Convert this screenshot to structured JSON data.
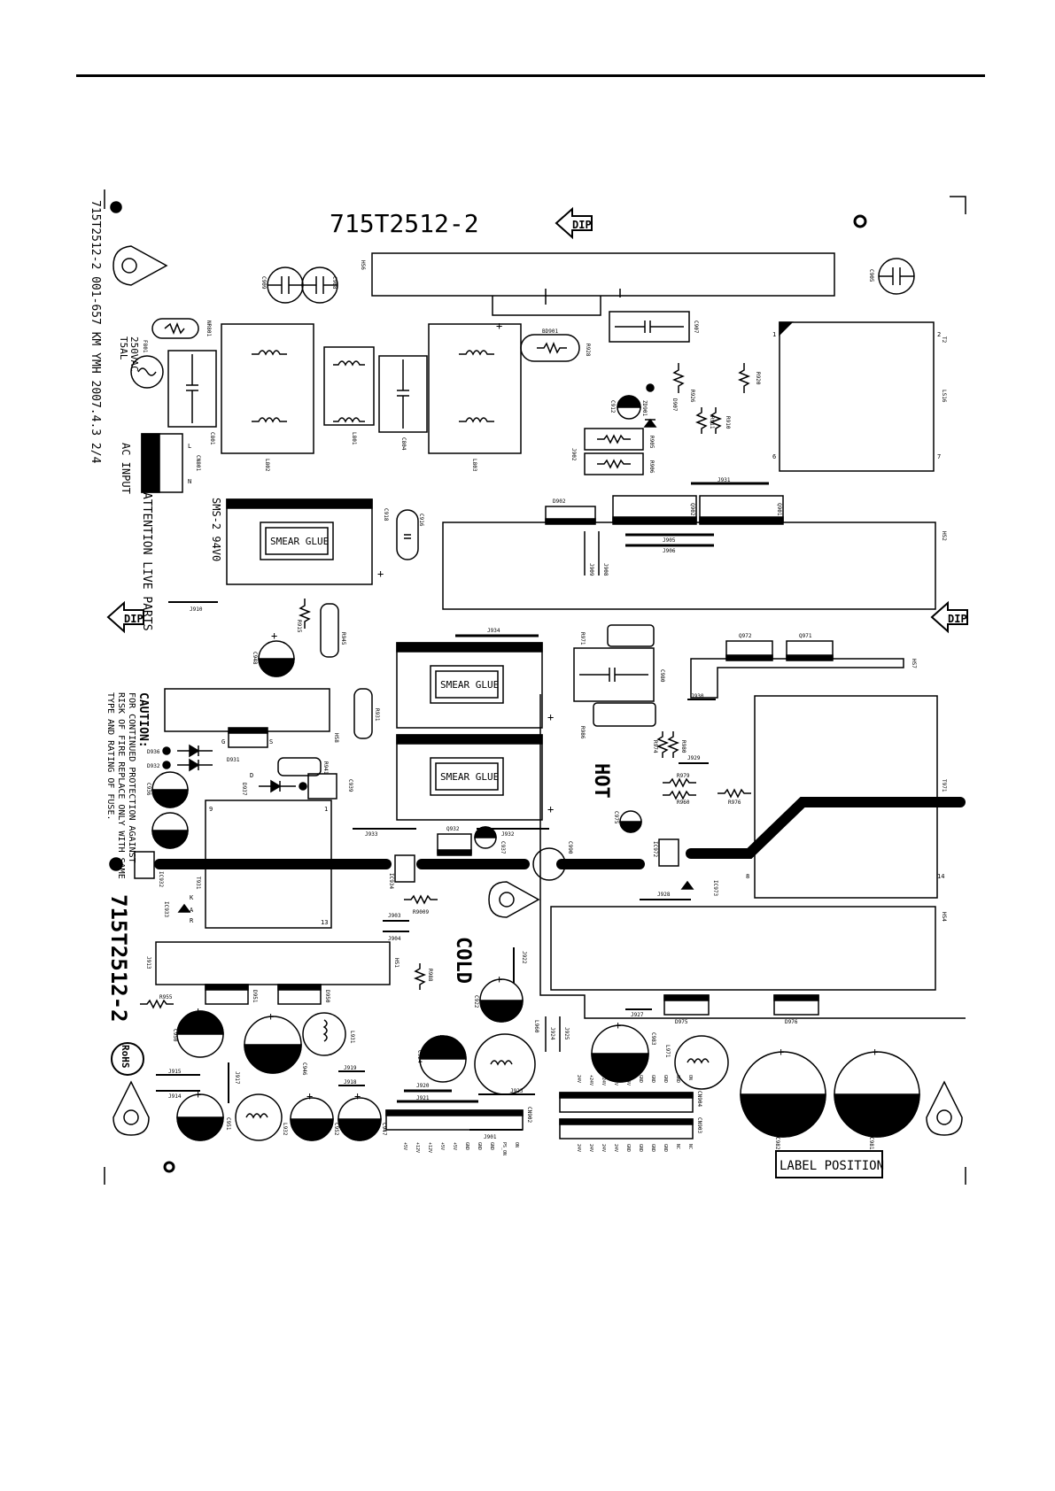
{
  "board": {
    "part_number": "715T2512-2",
    "part_number_vertical": "715T2512-2",
    "revision_text": "715T2512-2 001-657 KM YMH 2007.4.3 2/4",
    "ul_mark": "SMS-2 94V0",
    "attention": "ATTENTION LIVE PARTS",
    "ac_input": "AC INPUT",
    "fuse_rating": [
      "T5AL",
      "250VAC"
    ],
    "caution": [
      "CAUTION:",
      "FOR CONTINUED PROTECTION AGAINST",
      "RISK OF FIRE REPLACE ONLY WITH SAME",
      "TYPE AND RATING OF FUSE."
    ],
    "dip": "DIP",
    "smear_glue": "SMEAR GLUE",
    "hot": "HOT",
    "cold": "COLD",
    "label_position": "LABEL POSITION",
    "rohs": "RoHS"
  },
  "refs": {
    "cn801": "CN801",
    "f801": "F801",
    "nr801": "NR801",
    "c801": "C801",
    "l802": "L802",
    "l801": "L801",
    "c804": "C804",
    "l803": "L803",
    "bd901": "BD901",
    "c907": "C907",
    "r926": "R926",
    "r928": "R928",
    "c909": "C909",
    "c908": "C908",
    "hs6": "HS6",
    "c905": "C905",
    "t2": "T2",
    "ls16": "LS16",
    "j910": "J910",
    "c918": "C918",
    "c916": "C916",
    "d902": "D902",
    "q902": "Q902",
    "q901": "Q901",
    "j931": "J931",
    "j905": "J905",
    "j906": "J906",
    "hs2": "HS2",
    "j909": "J909",
    "j908": "J908",
    "r915": "R915",
    "r945": "R945",
    "c948": "C948",
    "r931": "R931",
    "j934": "J934",
    "r971": "R971",
    "c980": "C980",
    "r986": "R986",
    "q972": "Q972",
    "q971": "Q971",
    "hs7": "HS7",
    "j930": "J930",
    "t971": "T971",
    "hs8": "HS8",
    "d936": "D936",
    "d932": "D932",
    "d931": "D931",
    "d937": "D937",
    "r941": "R941",
    "c939": "C939",
    "c936": "C936",
    "j932": "J932",
    "j933": "J933",
    "q932": "Q932",
    "c937": "C937",
    "c990": "C990",
    "ic934": "IC934",
    "ic972": "IC972",
    "ic973": "IC973",
    "ic932": "IC932",
    "ic933": "IC933",
    "t931": "T931",
    "r9009": "R9009",
    "j903": "J903",
    "j904": "J904",
    "r974": "R974",
    "r980": "R980",
    "r979": "R979",
    "r960": "R960",
    "r976": "R976",
    "j929": "J929",
    "j928": "J928",
    "hs1": "HS1",
    "hs4": "HS4",
    "j913": "J913",
    "r955": "R955",
    "d951": "D951",
    "d950": "D950",
    "r988": "R988",
    "j922": "J922",
    "c922": "C922",
    "c950": "C950",
    "c946": "C946",
    "l931": "L931",
    "j919": "J919",
    "j918": "J918",
    "j915": "J915",
    "j914": "J914",
    "j917": "J917",
    "c951": "C951",
    "l932": "L932",
    "c952": "C952",
    "c947": "C947",
    "j920": "J920",
    "j921": "J921",
    "c924": "C924",
    "l960": "L960",
    "j923": "J923",
    "j924": "J924",
    "j925": "J925",
    "j927": "J927",
    "c983": "C983",
    "l971": "L971",
    "d975": "D975",
    "d976": "D976",
    "cn902": "CN902",
    "cn904": "CN904",
    "cn903": "CN903",
    "j901": "J901",
    "c982": "C982",
    "c981": "C981",
    "r910": "R910",
    "r920": "R920",
    "d907": "D907",
    "c912": "C912",
    "zd901": "ZD901",
    "j902": "J902",
    "r911": "R911",
    "r905": "R905",
    "r906": "R906",
    "c975": "C975"
  },
  "pins": [
    "1",
    "2",
    "6",
    "7",
    "9",
    "13",
    "8",
    "14",
    "G",
    "S",
    "D",
    "K",
    "A",
    "R",
    "L",
    "N"
  ],
  "connectors": {
    "cn902_pins": [
      "ON",
      "PS_ON",
      "GND",
      "GND",
      "GND",
      "+5V",
      "+5V",
      "+12V",
      "+12V",
      "+5V"
    ],
    "cn904_pins": [
      "ON",
      "GND",
      "GND",
      "GND",
      "GND",
      "+24V",
      "+24V",
      "+24V",
      "+24V",
      "24V"
    ],
    "cn903_pins": [
      "NC",
      "NC",
      "GND",
      "GND",
      "GND",
      "GND",
      "24V",
      "24V",
      "24V",
      "24V"
    ]
  },
  "polarity": {
    "plus": "+"
  }
}
